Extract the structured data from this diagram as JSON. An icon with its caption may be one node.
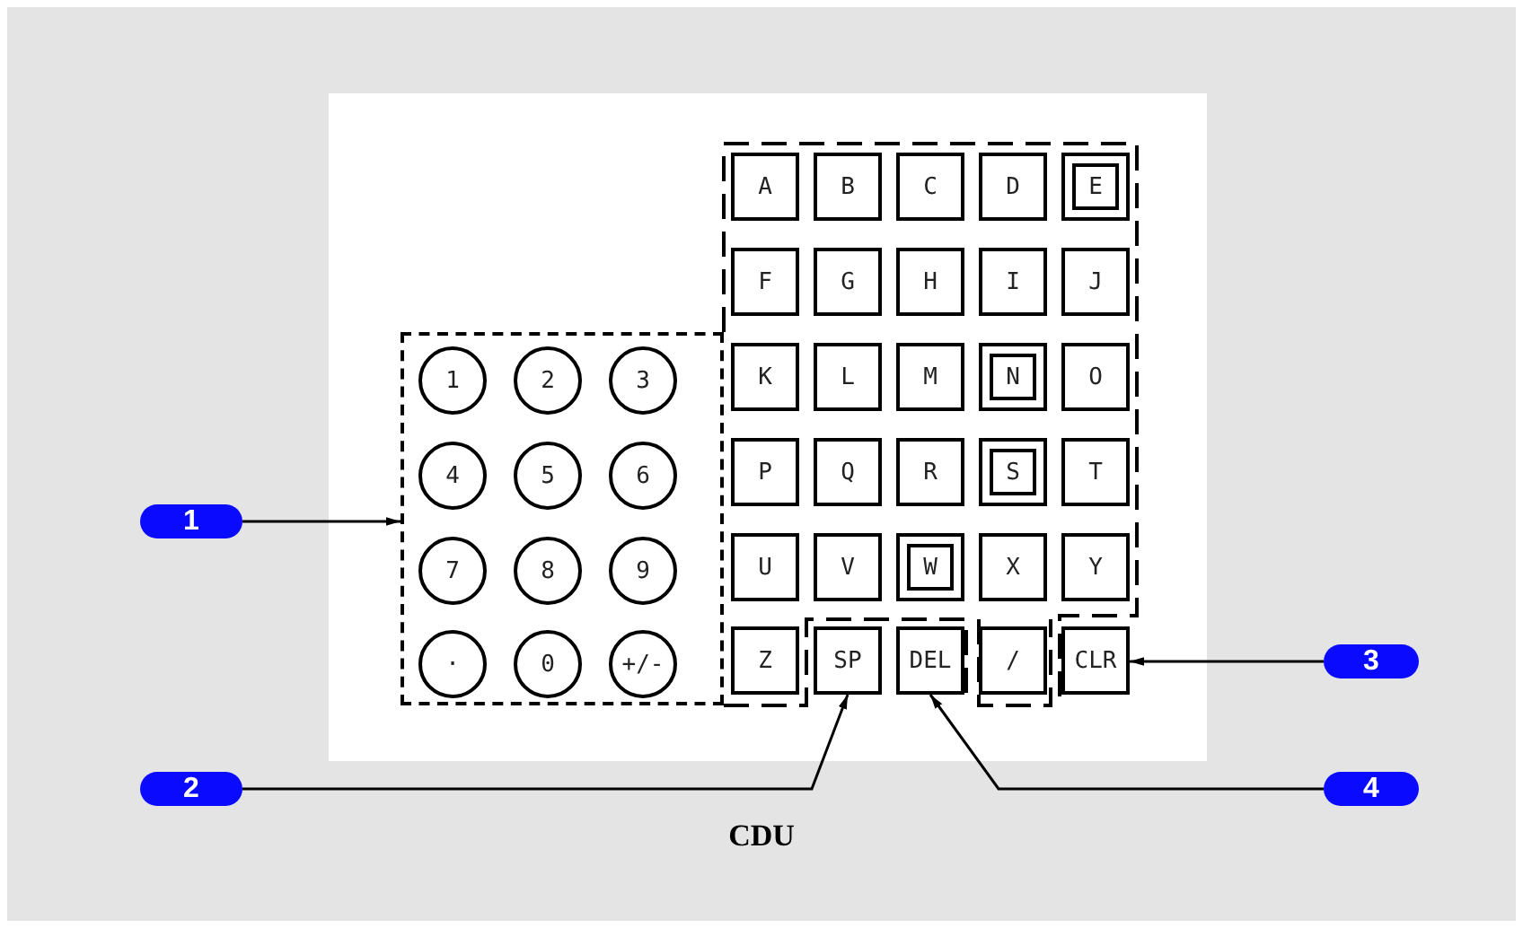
{
  "diagram": {
    "caption": "CDU",
    "nodes": [
      {
        "text": [],
        "shape": "box"
      },
      {
        "text": [
          "1"
        ],
        "in": 0
      },
      {
        "text": [
          "2"
        ],
        "in": 0
      },
      {
        "text": [
          "3"
        ],
        "in": 0
      },
      {
        "text": [
          "4"
        ],
        "in": 0
      },
      {
        "text": [
          "5"
        ],
        "in": 0
      },
      {
        "text": [
          "6"
        ],
        "in": 0
      },
      {
        "text": [
          "7"
        ],
        "in": 0
      },
      {
        "text": [
          "8"
        ],
        "in": 0
      },
      {
        "text": [
          "9"
        ],
        "in": 0
      },
      {
        "text": [
          "·"
        ],
        "in": 0
      },
      {
        "text": [
          "0"
        ],
        "in": 0
      },
      {
        "text": [
          "+/-"
        ],
        "in": 0
      },
      {
        "text": [
          "A"
        ]
      },
      {
        "text": [
          "B"
        ]
      },
      {
        "text": [
          "C"
        ]
      },
      {
        "text": [
          "D"
        ]
      },
      {
        "text": [
          "E"
        ]
      },
      {
        "text": [
          "F"
        ]
      },
      {
        "text": [
          "G"
        ]
      },
      {
        "text": [
          "H"
        ]
      },
      {
        "text": [
          "I"
        ]
      },
      {
        "text": [
          "J"
        ]
      },
      {
        "text": [
          "K"
        ]
      },
      {
        "text": [
          "L"
        ]
      },
      {
        "text": [
          "M"
        ]
      },
      {
        "text": [
          "N"
        ]
      },
      {
        "text": [
          "O"
        ]
      },
      {
        "text": [
          "P"
        ]
      },
      {
        "text": [
          "Q"
        ]
      },
      {
        "text": [
          "R"
        ]
      },
      {
        "text": [
          "S"
        ]
      },
      {
        "text": [
          "T"
        ]
      },
      {
        "text": [
          "U"
        ]
      },
      {
        "text": [
          "V"
        ]
      },
      {
        "text": [
          "W"
        ]
      },
      {
        "text": [
          "X"
        ]
      },
      {
        "text": [
          "Y"
        ]
      },
      {
        "text": [
          "Z"
        ]
      },
      {
        "text": [
          "SP"
        ]
      },
      {
        "text": [
          "DEL"
        ]
      },
      {
        "text": [
          "/"
        ]
      },
      {
        "text": [
          "CLR"
        ]
      },
      {
        "text": [
          "1"
        ]
      },
      {
        "text": [
          "2"
        ]
      },
      {
        "text": [
          "3"
        ]
      },
      {
        "text": [
          "4"
        ]
      }
    ],
    "edges": [
      {
        "from": 43,
        "to": 0,
        "arrow": "to"
      },
      {
        "from": 44,
        "to": 39,
        "arrow": "to"
      },
      {
        "from": 45,
        "to": 42,
        "arrow": "to"
      },
      {
        "from": 46,
        "to": 40,
        "arrow": "to"
      }
    ]
  }
}
